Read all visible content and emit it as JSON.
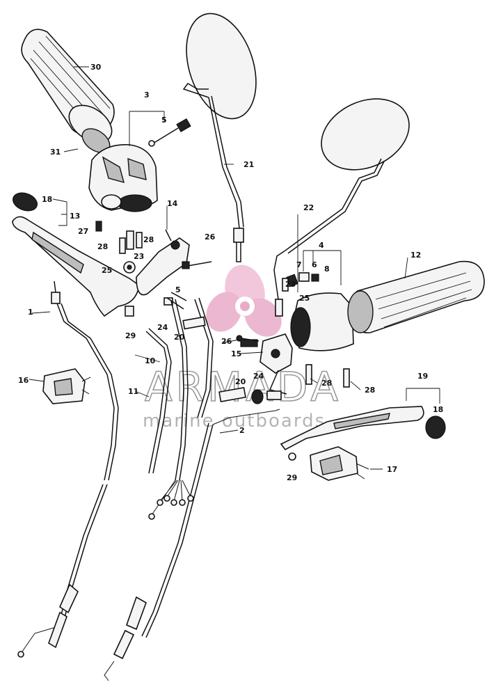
{
  "watermark": {
    "brand": "ARMADA",
    "subtitle": "marine outboards",
    "logo_color": "#e6a4c4"
  },
  "callouts": {
    "c1": "1",
    "c2": "2",
    "c3": "3",
    "c4": "4",
    "c5a": "5",
    "c5b": "5",
    "c6": "6",
    "c7": "7",
    "c8": "8",
    "c10": "10",
    "c11": "11",
    "c12": "12",
    "c13": "13",
    "c14": "14",
    "c15": "15",
    "c16": "16",
    "c17": "17",
    "c18a": "18",
    "c18b": "18",
    "c19": "19",
    "c20a": "20",
    "c20b": "20",
    "c21": "21",
    "c22": "22",
    "c23a": "23",
    "c23b": "23",
    "c24a": "24",
    "c24b": "24",
    "c25a": "25",
    "c25b": "25",
    "c26a": "26",
    "c26b": "26",
    "c27": "27",
    "c28a": "28",
    "c28b": "28",
    "c28c": "28",
    "c28d": "28",
    "c29a": "29",
    "c29b": "29",
    "c30": "30",
    "c31": "31"
  }
}
